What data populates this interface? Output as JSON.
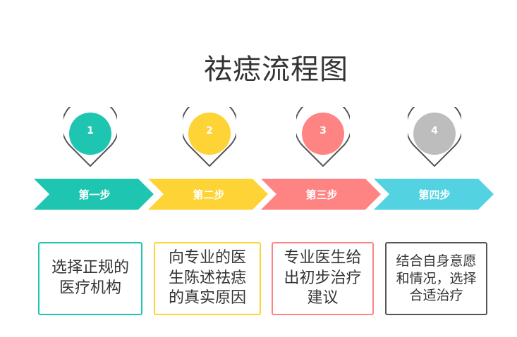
{
  "title": "祛痣流程图",
  "steps": [
    {
      "number": "1",
      "label": "第一步",
      "text": "选择正规的医疗机构",
      "color": "#1ec6b2"
    },
    {
      "number": "2",
      "label": "第二步",
      "text": "向专业的医生陈述祛痣的真实原因",
      "color": "#fdd335"
    },
    {
      "number": "3",
      "label": "第三步",
      "text": "专业医生给出初步治疗建议",
      "color": "#fd8483"
    },
    {
      "number": "4",
      "label": "第四步",
      "text": "结合自身意愿和情况，选择合适治疗",
      "color": "#53d2e2",
      "pin_color": "#bdbdbd",
      "box_border_color": "#555555"
    }
  ]
}
